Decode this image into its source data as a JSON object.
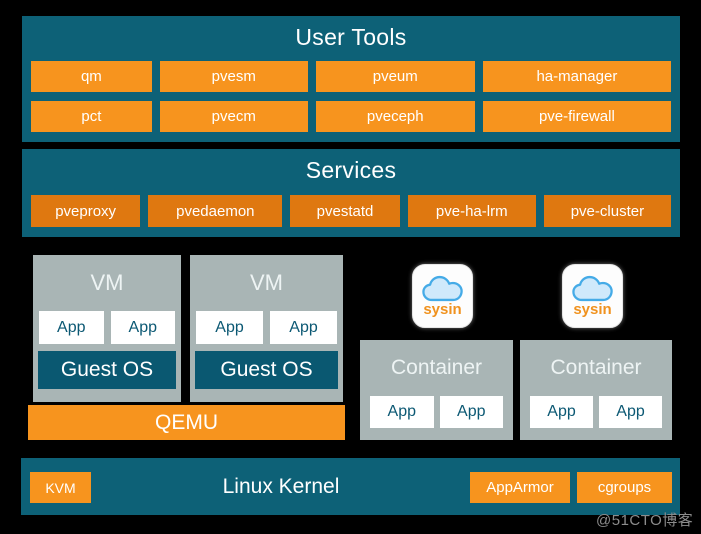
{
  "user_tools": {
    "title": "User Tools",
    "row1": [
      "qm",
      "pvesm",
      "pveum",
      "ha-manager"
    ],
    "row2": [
      "pct",
      "pvecm",
      "pveceph",
      "pve-firewall"
    ]
  },
  "services": {
    "title": "Services",
    "buttons": [
      "pveproxy",
      "pvedaemon",
      "pvestatd",
      "pve-ha-lrm",
      "pve-cluster"
    ]
  },
  "vm_stack": {
    "vms": [
      {
        "title": "VM",
        "apps": [
          "App",
          "App"
        ],
        "guest_os": "Guest OS"
      },
      {
        "title": "VM",
        "apps": [
          "App",
          "App"
        ],
        "guest_os": "Guest OS"
      }
    ],
    "hypervisor": "QEMU"
  },
  "container_stack": {
    "badge": "sysin",
    "containers": [
      {
        "title": "Container",
        "apps": [
          "App",
          "App"
        ]
      },
      {
        "title": "Container",
        "apps": [
          "App",
          "App"
        ]
      }
    ]
  },
  "kernel": {
    "title": "Linux Kernel",
    "kvm": "KVM",
    "apparmor": "AppArmor",
    "cgroups": "cgroups"
  },
  "watermark": "@51CTO博客",
  "colors": {
    "background": "#000000",
    "panel_teal": "#0d6177",
    "orange_bright": "#f7941e",
    "orange_dark": "#df7810",
    "box_gray": "#a9b5b5",
    "guest_teal": "#0a5871",
    "app_text": "#0b5873",
    "title_white": "#ffffff",
    "watermark_gray": "#8c8c8c",
    "cloud_stroke": "#45abe7",
    "cloud_fill": "#cfe9fb",
    "sysin_orange": "#f0921e"
  }
}
